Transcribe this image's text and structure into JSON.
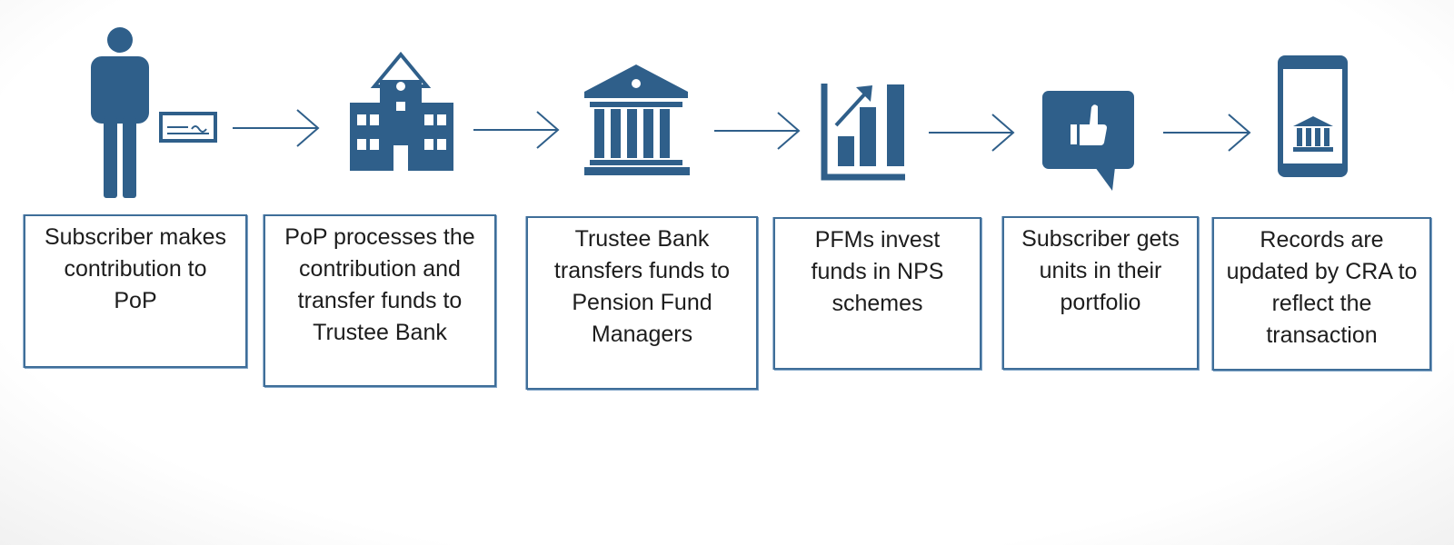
{
  "colors": {
    "icon": "#2f5f8a",
    "box_border": "#3f6e99",
    "text": "#1d1d1d"
  },
  "steps": [
    {
      "icon": "person-with-cheque-icon",
      "text": "Subscriber makes contribution to PoP"
    },
    {
      "icon": "school-building-icon",
      "text": "PoP processes the contribution and transfer funds to Trustee Bank"
    },
    {
      "icon": "bank-building-icon",
      "text": "Trustee Bank transfers funds to Pension Fund Managers"
    },
    {
      "icon": "growth-chart-icon",
      "text": "PFMs invest funds in NPS schemes"
    },
    {
      "icon": "thumbs-up-speech-bubble-icon",
      "text": "Subscriber gets units in their portfolio"
    },
    {
      "icon": "mobile-bank-icon",
      "text": "Records are updated by CRA to reflect the transaction"
    }
  ]
}
